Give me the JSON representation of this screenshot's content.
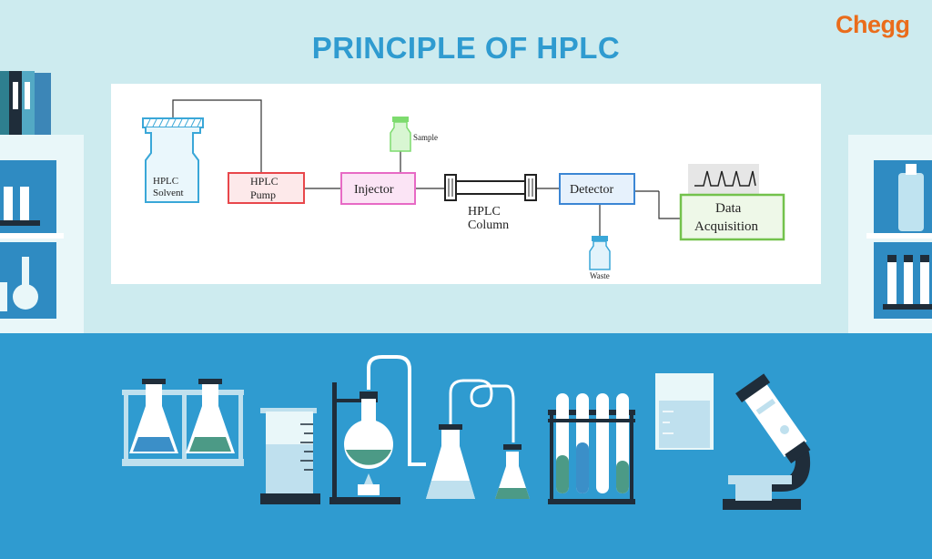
{
  "header": {
    "title": "PRINCIPLE OF HPLC",
    "brand": "Chegg"
  },
  "diagram": {
    "solvent": [
      "HPLC",
      "Solvent"
    ],
    "pump": [
      "HPLC",
      "Pump"
    ],
    "injector": "Injector",
    "sample": "Sample",
    "column": [
      "HPLC",
      "Column"
    ],
    "detector": "Detector",
    "waste": "Waste",
    "data_acquisition": [
      "Data",
      "Acquisition"
    ]
  },
  "colors": {
    "title": "#2f9bd0",
    "brand": "#ea6c1b",
    "background_top": "#cdebef",
    "background_bottom": "#2f9bd0",
    "solvent_box": "#3aa7d8",
    "pump_box": "#e8474b",
    "injector_box": "#e76ac5",
    "sample_bottle": "#7ddb6e",
    "detector_box": "#3b86d4",
    "data_box": "#73c24c"
  }
}
